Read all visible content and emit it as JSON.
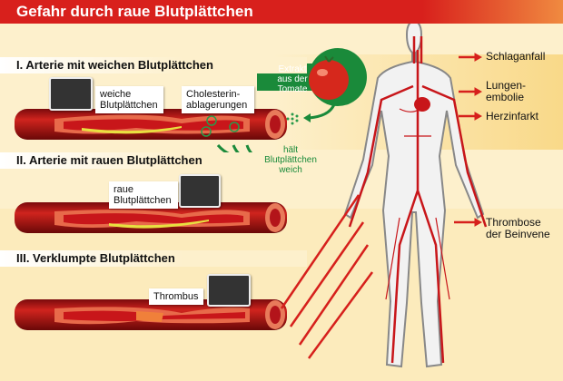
{
  "title": "Gefahr durch raue Blutplättchen",
  "sections": [
    {
      "heading": "I.   Arterie mit weichen Blutplättchen",
      "labels": [
        "weiche Blutplättchen",
        "Cholesterin-ablagerungen"
      ]
    },
    {
      "heading": "II.  Arterie mit rauen Blutplättchen",
      "labels": [
        "raue Blutplättchen"
      ]
    },
    {
      "heading": "III. Verklumpte Blutplättchen",
      "labels": [
        "Thrombus"
      ]
    }
  ],
  "tomato": {
    "label": "Extrakt aus der Tomate",
    "effect": "hält Blutplättchen weich"
  },
  "conditions": [
    "Schlaganfall",
    "Lungen-embolie",
    "Herzinfarkt",
    "Thrombose der Beinvene"
  ],
  "colors": {
    "title": "#d8201c",
    "vessel": "#b3141a",
    "green": "#1a8a3a",
    "background": "#fdf0cc"
  }
}
